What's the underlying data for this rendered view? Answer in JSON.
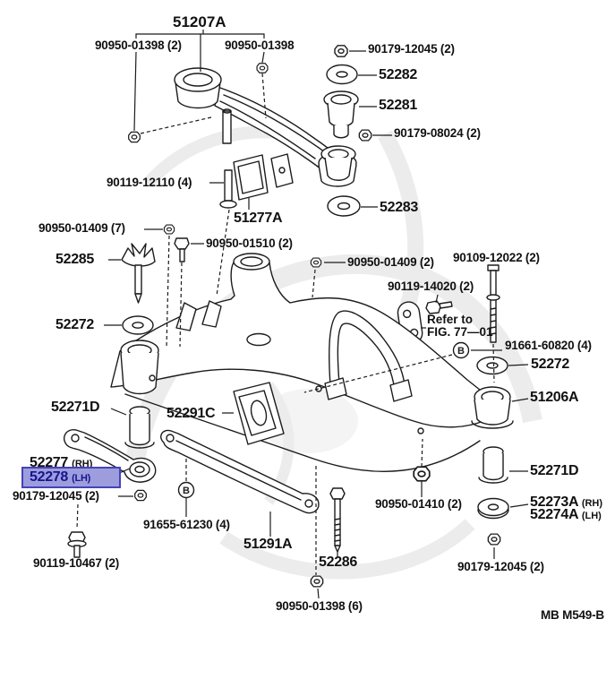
{
  "meta": {
    "figure_type": "parts-diagram",
    "subject": "rear suspension crossmember / member assembly exploded view"
  },
  "colors": {
    "line": "#1c1c1c",
    "highlight_bg": "#9d9dde",
    "highlight_border": "#4444b8",
    "highlight_text": "#15158e",
    "watermark": "#ececec"
  },
  "labels": {
    "assy_51207a": {
      "text": "51207A"
    },
    "p90950_01398_left": {
      "text": "90950-01398 (2)"
    },
    "p90950_01398_right": {
      "text": "90950-01398"
    },
    "p90179_12045_top": {
      "text": "90179-12045 (2)"
    },
    "p52282": {
      "text": "52282"
    },
    "p52281": {
      "text": "52281"
    },
    "p90179_08024": {
      "text": "90179-08024 (2)"
    },
    "p90119_12110": {
      "text": "90119-12110 (4)"
    },
    "p51277a": {
      "text": "51277A"
    },
    "p52283": {
      "text": "52283"
    },
    "p90950_01409_7": {
      "text": "90950-01409 (7)"
    },
    "p90950_01510": {
      "text": "90950-01510 (2)"
    },
    "p52285": {
      "text": "52285"
    },
    "p90950_01409_2": {
      "text": "90950-01409 (2)"
    },
    "p90109_12022": {
      "text": "90109-12022 (2)"
    },
    "p90119_14020": {
      "text": "90119-14020 (2)"
    },
    "refer_note": {
      "line1": "Refer to",
      "line2": "FIG. 77—01"
    },
    "p91661_60820": {
      "text": "91661-60820 (4)"
    },
    "p52272_right": {
      "text": "52272"
    },
    "p52272_left": {
      "text": "52272"
    },
    "p52271d_left": {
      "text": "52271D"
    },
    "p52291c": {
      "text": "52291C"
    },
    "p51206a": {
      "text": "51206A"
    },
    "p52277": {
      "text": "52277",
      "suffix": "(RH)"
    },
    "p52278": {
      "text": "52278",
      "suffix": "(LH)"
    },
    "p90179_12045_left": {
      "text": "90179-12045 (2)"
    },
    "p91655_61230": {
      "text": "91655-61230 (4)"
    },
    "p51291a": {
      "text": "51291A"
    },
    "p90119_10467": {
      "text": "90119-10467 (2)"
    },
    "p52286": {
      "text": "52286"
    },
    "p90950_01398_bottom": {
      "text": "90950-01398 (6)"
    },
    "p90950_01410": {
      "text": "90950-01410 (2)"
    },
    "p52271d_right": {
      "text": "52271D"
    },
    "p52273a": {
      "text": "52273A",
      "suffix": "(RH)"
    },
    "p52274a": {
      "text": "52274A",
      "suffix": "(LH)"
    },
    "p90179_12045_br": {
      "text": "90179-12045 (2)"
    },
    "footer_code": "MB M549-B",
    "connector_b": "B"
  }
}
